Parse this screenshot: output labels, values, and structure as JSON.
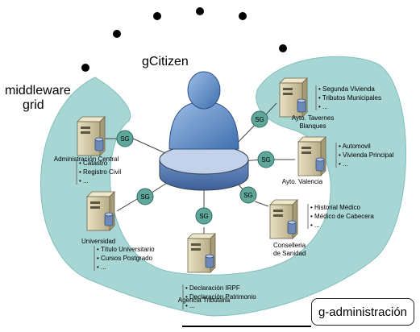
{
  "title": "gCitizen",
  "grid_label": [
    "middleware",
    "grid"
  ],
  "footer_label": "g-administración",
  "sg_label": "SG",
  "nodes": [
    {
      "name": "Administración Central",
      "items": [
        "Catastro",
        "Registro Civil",
        "..."
      ]
    },
    {
      "name": "Universidad",
      "items": [
        "Título Universitario",
        "Cursos Postgrado",
        "..."
      ]
    },
    {
      "name": "Agencia Tributaria",
      "items": [
        "Declaración IRPF",
        "Declaración Patrimonio",
        "..."
      ]
    },
    {
      "name": [
        "Conselleria",
        "de Sanidad"
      ],
      "items": [
        "Historial Médico",
        "Médico de Cabecera",
        "..."
      ]
    },
    {
      "name": "Ayto. Valencia",
      "items": [
        "Automovil",
        "Vivienda Principal",
        "..."
      ]
    },
    {
      "name": [
        "Ayto. Tavernes",
        "Blanques"
      ],
      "items": [
        "Segunda Vivienda",
        "Tributos Municipales",
        "..."
      ]
    }
  ],
  "colors": {
    "band": "#a8d6d4",
    "band_stroke": "#7fbfbc",
    "sg_fill": "#5fa79a",
    "disk_top": "#c3d2ea",
    "person": "#6f98d2"
  }
}
